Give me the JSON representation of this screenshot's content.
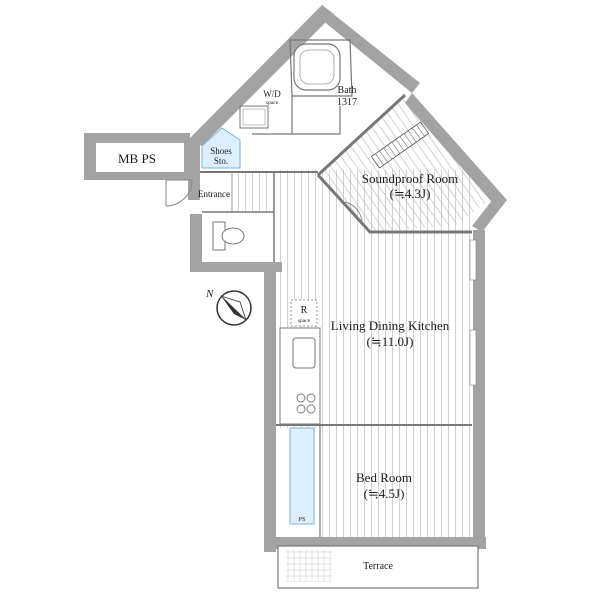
{
  "rooms": {
    "mb_ps": "MB PS",
    "shoes_line1": "Shoes",
    "shoes_line2": "Sto.",
    "entrance": "Entrance",
    "wd_line1": "W/D",
    "wd_line2": "space",
    "bath_line1": "Bath",
    "bath_line2": "1317",
    "soundproof_name": "Soundproof Room",
    "soundproof_size": "(≒4.3J)",
    "r_line1": "R",
    "r_line2": "space",
    "ldk_name": "Living Dining Kitchen",
    "ldk_size": "(≒11.0J)",
    "bed_name": "Bed Room",
    "bed_size": "(≒4.5J)",
    "ps": "PS",
    "terrace": "Terrace"
  },
  "compass": {
    "label": "N"
  },
  "colors": {
    "wall": "#a3a3a3",
    "line": "#555555",
    "closet_fill": "#dcefff",
    "closet_stroke": "#7db3da"
  }
}
